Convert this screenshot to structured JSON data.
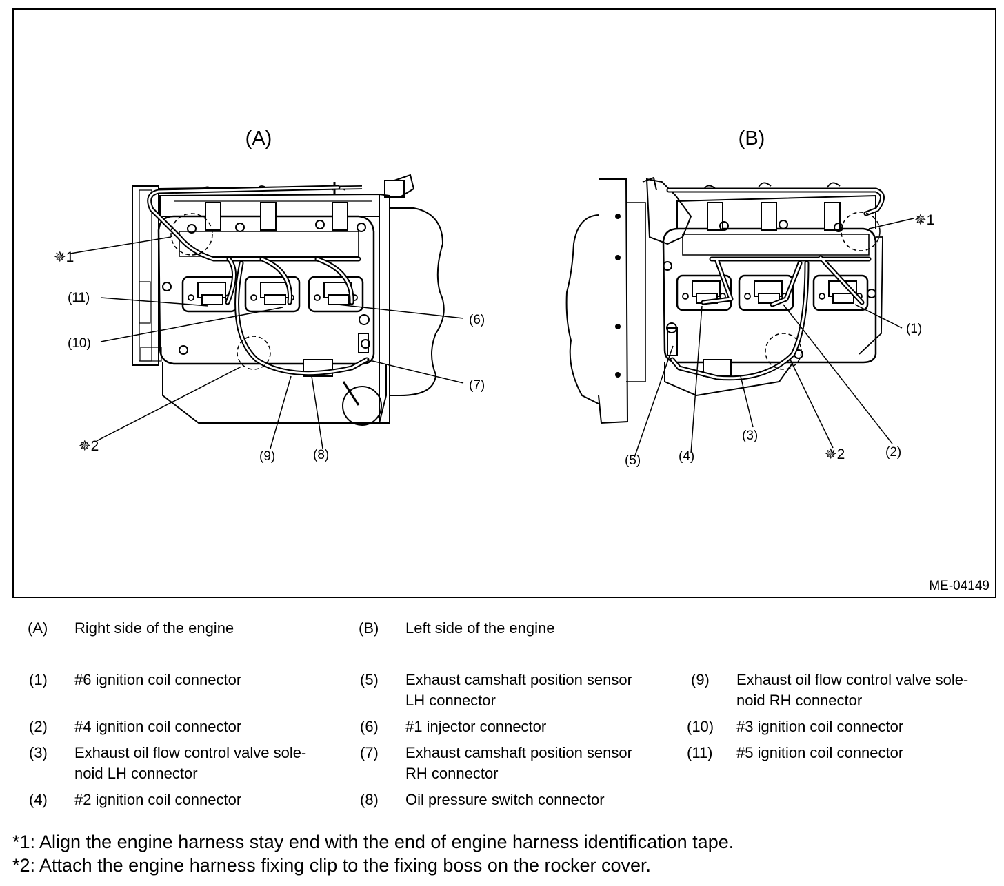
{
  "figure": {
    "id": "ME-04149",
    "view_labels": {
      "A": "(A)",
      "B": "(B)"
    },
    "callouts_a": {
      "star1": "✵1",
      "star2": "✵2",
      "c11": "(11)",
      "c10": "(10)",
      "c6": "(6)",
      "c7": "(7)",
      "c9": "(9)",
      "c8": "(8)"
    },
    "callouts_b": {
      "star1": "✵1",
      "star2": "✵2",
      "c1": "(1)",
      "c2": "(2)",
      "c3": "(3)",
      "c4": "(4)",
      "c5": "(5)"
    }
  },
  "legend": {
    "views": [
      {
        "num": "(A)",
        "text": "Right side of the engine"
      },
      {
        "num": "(B)",
        "text": "Left side of the engine"
      }
    ],
    "col1": [
      {
        "num": "(1)",
        "line1": "#6 ignition coil connector",
        "line2": ""
      },
      {
        "num": "(2)",
        "line1": "#4 ignition coil connector",
        "line2": ""
      },
      {
        "num": "(3)",
        "line1": "Exhaust oil flow control valve sole-",
        "line2": "noid LH connector"
      },
      {
        "num": "(4)",
        "line1": "#2 ignition coil connector",
        "line2": ""
      }
    ],
    "col2": [
      {
        "num": "(5)",
        "line1": "Exhaust camshaft position sensor",
        "line2": "LH connector"
      },
      {
        "num": "(6)",
        "line1": "#1 injector connector",
        "line2": ""
      },
      {
        "num": "(7)",
        "line1": "Exhaust camshaft position sensor",
        "line2": "RH connector"
      },
      {
        "num": "(8)",
        "line1": "Oil pressure switch connector",
        "line2": ""
      }
    ],
    "col3": [
      {
        "num": "(9)",
        "line1": "Exhaust oil flow control valve sole-",
        "line2": "noid RH connector"
      },
      {
        "num": "(10)",
        "line1": "#3 ignition coil connector",
        "line2": ""
      },
      {
        "num": "(11)",
        "line1": "#5 ignition coil connector",
        "line2": ""
      }
    ]
  },
  "notes": [
    "*1: Align the engine harness stay end with the end of engine harness identification tape.",
    "*2: Attach the engine harness fixing clip to the fixing boss on the rocker cover."
  ]
}
